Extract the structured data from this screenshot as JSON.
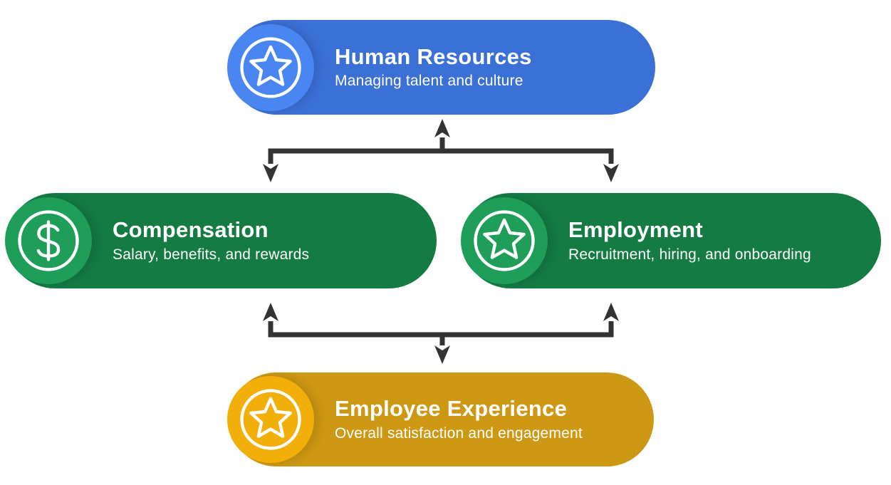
{
  "diagram": {
    "type": "flowchart",
    "background_color": "#FFFFFF",
    "arrow_color": "#333333",
    "text_color": "#FFFFFF",
    "nodes": [
      {
        "id": "human-resources",
        "title": "Human Resources",
        "subtitle": "Managing talent and culture",
        "icon": "star-icon",
        "colors": {
          "body": "#3B70D6",
          "badge": "#4A86F2"
        }
      },
      {
        "id": "compensation",
        "title": "Compensation",
        "subtitle": "Salary, benefits, and rewards",
        "icon": "dollar-icon",
        "colors": {
          "body": "#147B43",
          "badge": "#1E9E58"
        }
      },
      {
        "id": "employment",
        "title": "Employment",
        "subtitle": "Recruitment, hiring, and onboarding",
        "icon": "star-icon",
        "colors": {
          "body": "#147B43",
          "badge": "#1E9E58"
        }
      },
      {
        "id": "employee-experience",
        "title": "Employee Experience",
        "subtitle": "Overall satisfaction and engagement",
        "icon": "star-icon",
        "colors": {
          "body": "#CD9813",
          "badge": "#F2AF0A"
        }
      }
    ],
    "edges": [
      {
        "from": "human-resources",
        "to": "compensation",
        "bidirectional": true
      },
      {
        "from": "human-resources",
        "to": "employment",
        "bidirectional": true
      },
      {
        "from": "employee-experience",
        "to": "compensation",
        "bidirectional": true
      },
      {
        "from": "employee-experience",
        "to": "employment",
        "bidirectional": true
      }
    ]
  }
}
